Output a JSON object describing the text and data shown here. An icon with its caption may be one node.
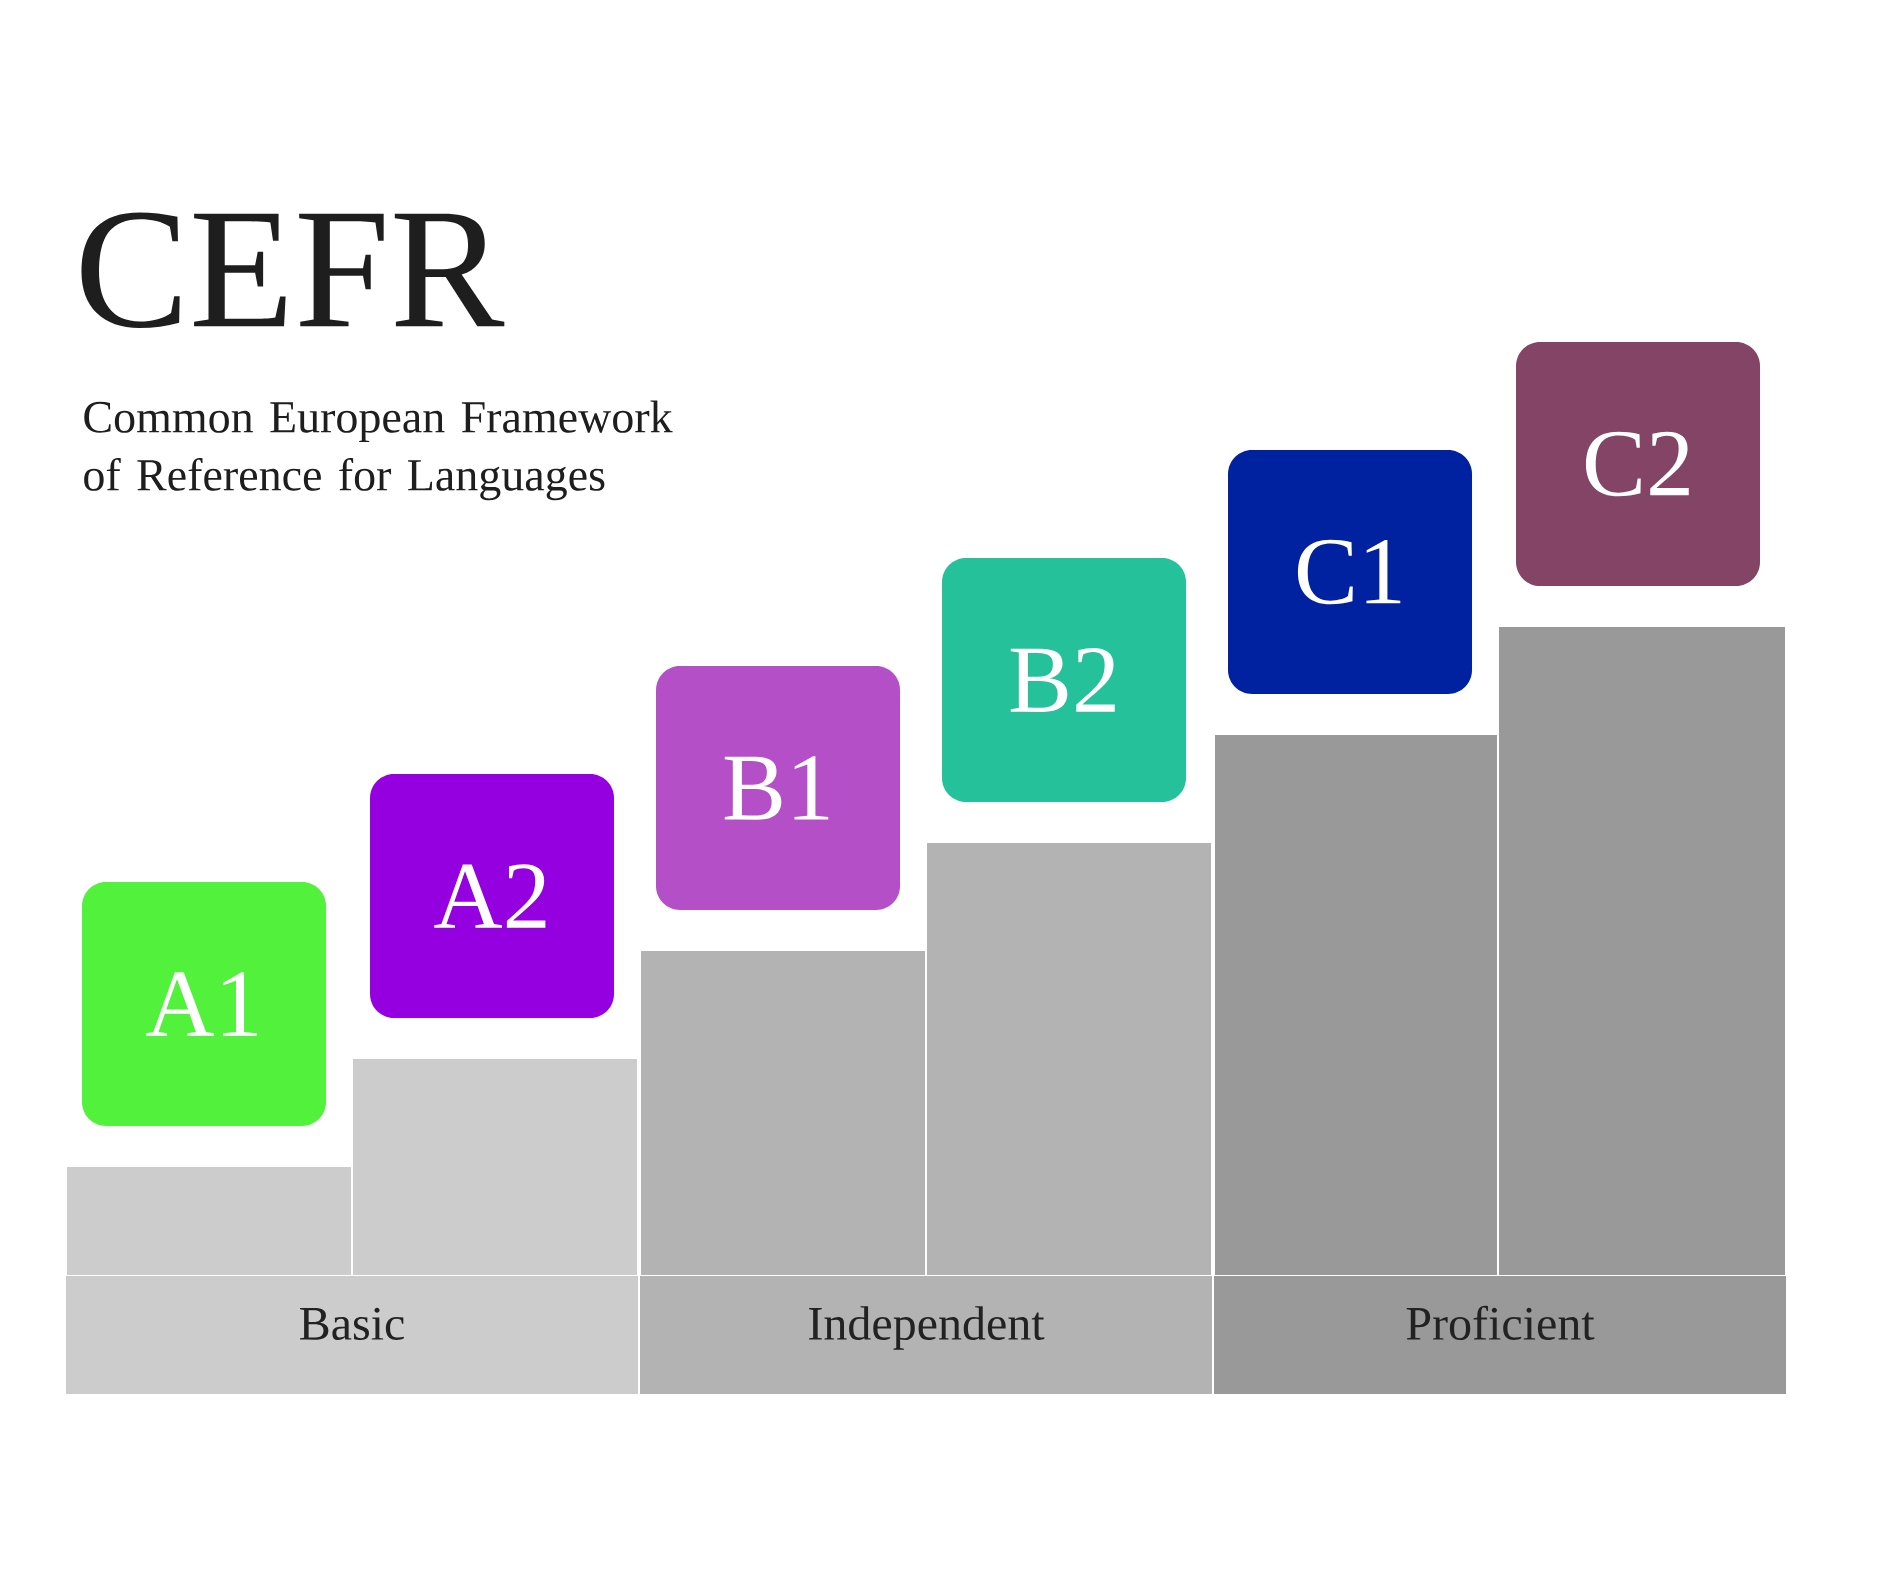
{
  "diagram": {
    "title": "CEFR",
    "nodes": [
      {
        "text": [
          "A1"
        ]
      },
      {
        "text": [
          "A2"
        ]
      },
      {
        "text": [
          "B1"
        ]
      },
      {
        "text": [
          "B2"
        ]
      },
      {
        "text": [
          "C1"
        ]
      },
      {
        "text": [
          "C2"
        ]
      },
      {
        "text": [
          "Basic"
        ]
      },
      {
        "text": [
          "Independent"
        ]
      },
      {
        "text": [
          "Proficient"
        ]
      },
      {
        "text": [],
        "shape": "bar"
      },
      {
        "text": [],
        "shape": "bar"
      },
      {
        "text": [],
        "shape": "bar"
      },
      {
        "text": [],
        "shape": "bar"
      },
      {
        "text": [],
        "shape": "bar"
      },
      {
        "text": [],
        "shape": "bar"
      }
    ],
    "labels": [
      "Common European Framework of Reference for Languages"
    ]
  }
}
